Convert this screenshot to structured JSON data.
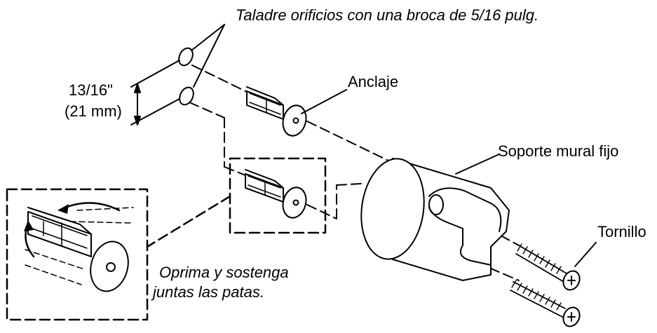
{
  "labels": {
    "drill_instruction": "Taladre orificios con una broca de 5/16 pulg.",
    "spacing_inches": "13/16\"",
    "spacing_mm": "(21 mm)",
    "anchor": "Anclaje",
    "bracket": "Soporte mural fijo",
    "screw": "Tornillo",
    "squeeze_line1": "Oprima y sostenga",
    "squeeze_line2": "juntas las patas."
  },
  "colors": {
    "ink": "#000000",
    "background": "#ffffff"
  }
}
